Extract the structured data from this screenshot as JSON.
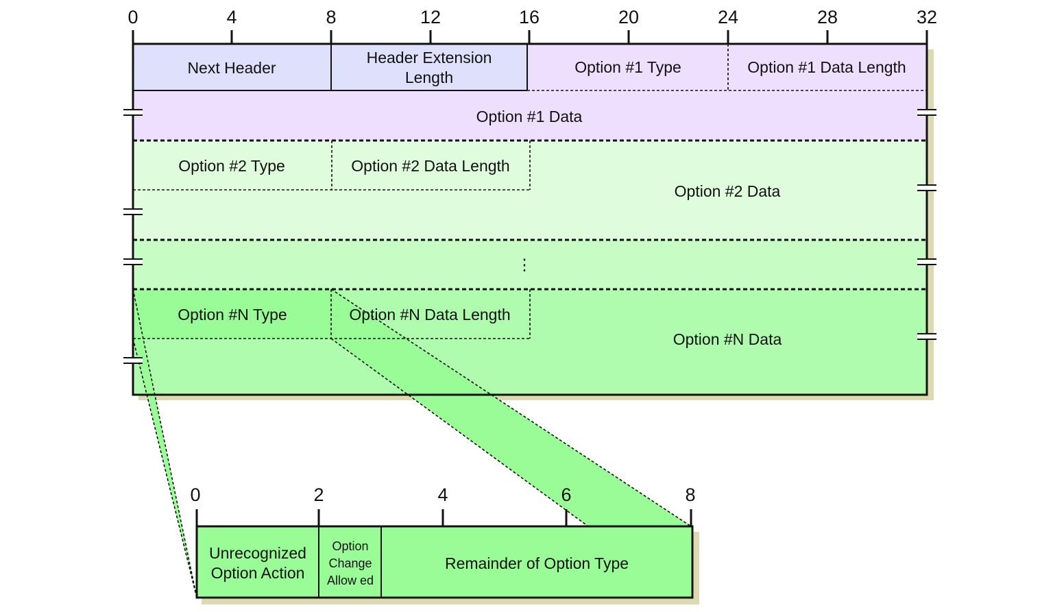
{
  "top_ruler": {
    "ticks": [
      "0",
      "4",
      "8",
      "12",
      "16",
      "20",
      "24",
      "28",
      "32"
    ]
  },
  "bottom_ruler": {
    "ticks": [
      "0",
      "2",
      "4",
      "6",
      "8"
    ]
  },
  "fields": {
    "next_header": "Next Header",
    "header_ext_length_1": "Header Extension",
    "header_ext_length_2": "Length",
    "opt1_type": "Option #1 Type",
    "opt1_data_length": "Option #1 Data Length",
    "opt1_data": "Option #1 Data",
    "opt2_type": "Option #2 Type",
    "opt2_data_length": "Option #2 Data Length",
    "opt2_data": "Option #2 Data",
    "ellipsis": "⋮",
    "optn_type": "Option #N Type",
    "optn_data_length": "Option #N Data Length",
    "optn_data": "Option #N Data"
  },
  "subfields": {
    "unrecognized_1": "Unrecognized",
    "unrecognized_2": "Option Action",
    "change_1": "Option",
    "change_2": "Change",
    "change_3": "Allow ed",
    "remainder": "Remainder of Option Type"
  },
  "colors": {
    "header_blue": "#dfe0fc",
    "opt1_purple": "#eddffd",
    "opt2_green": "#dffcdc",
    "ellipsis_green": "#c7fcc4",
    "optn_green": "#b0fcae",
    "optn_type_green": "#99fc96",
    "shadow": "#ddd9b0"
  }
}
